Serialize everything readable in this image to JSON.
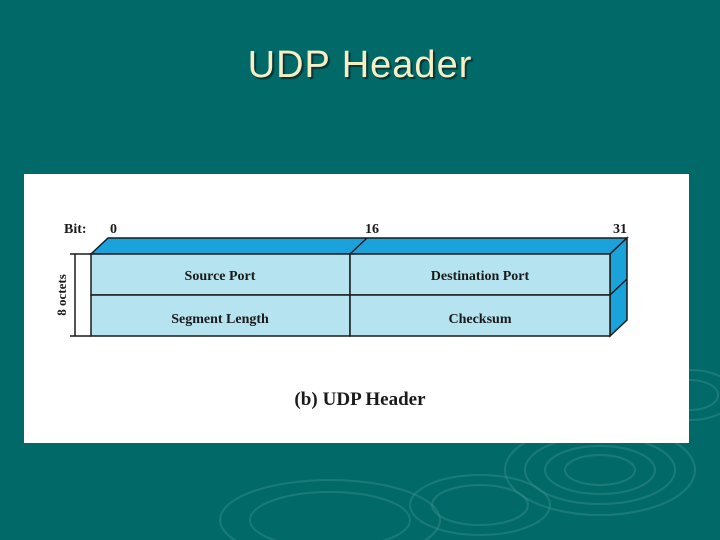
{
  "slide": {
    "title": "UDP Header",
    "background_color": "#016a69",
    "title_color": "#f4efc7"
  },
  "figure": {
    "bit_label": "Bit:",
    "bit_positions": [
      "0",
      "16",
      "31"
    ],
    "octets_label": "8 octets",
    "rows": [
      {
        "left": "Source Port",
        "right": "Destination Port"
      },
      {
        "left": "Segment Length",
        "right": "Checksum"
      }
    ],
    "caption_prefix": "(b)",
    "caption_text": "UDP Header",
    "field_color": "#b5e3ef",
    "edge_color": "#1aa3db"
  }
}
